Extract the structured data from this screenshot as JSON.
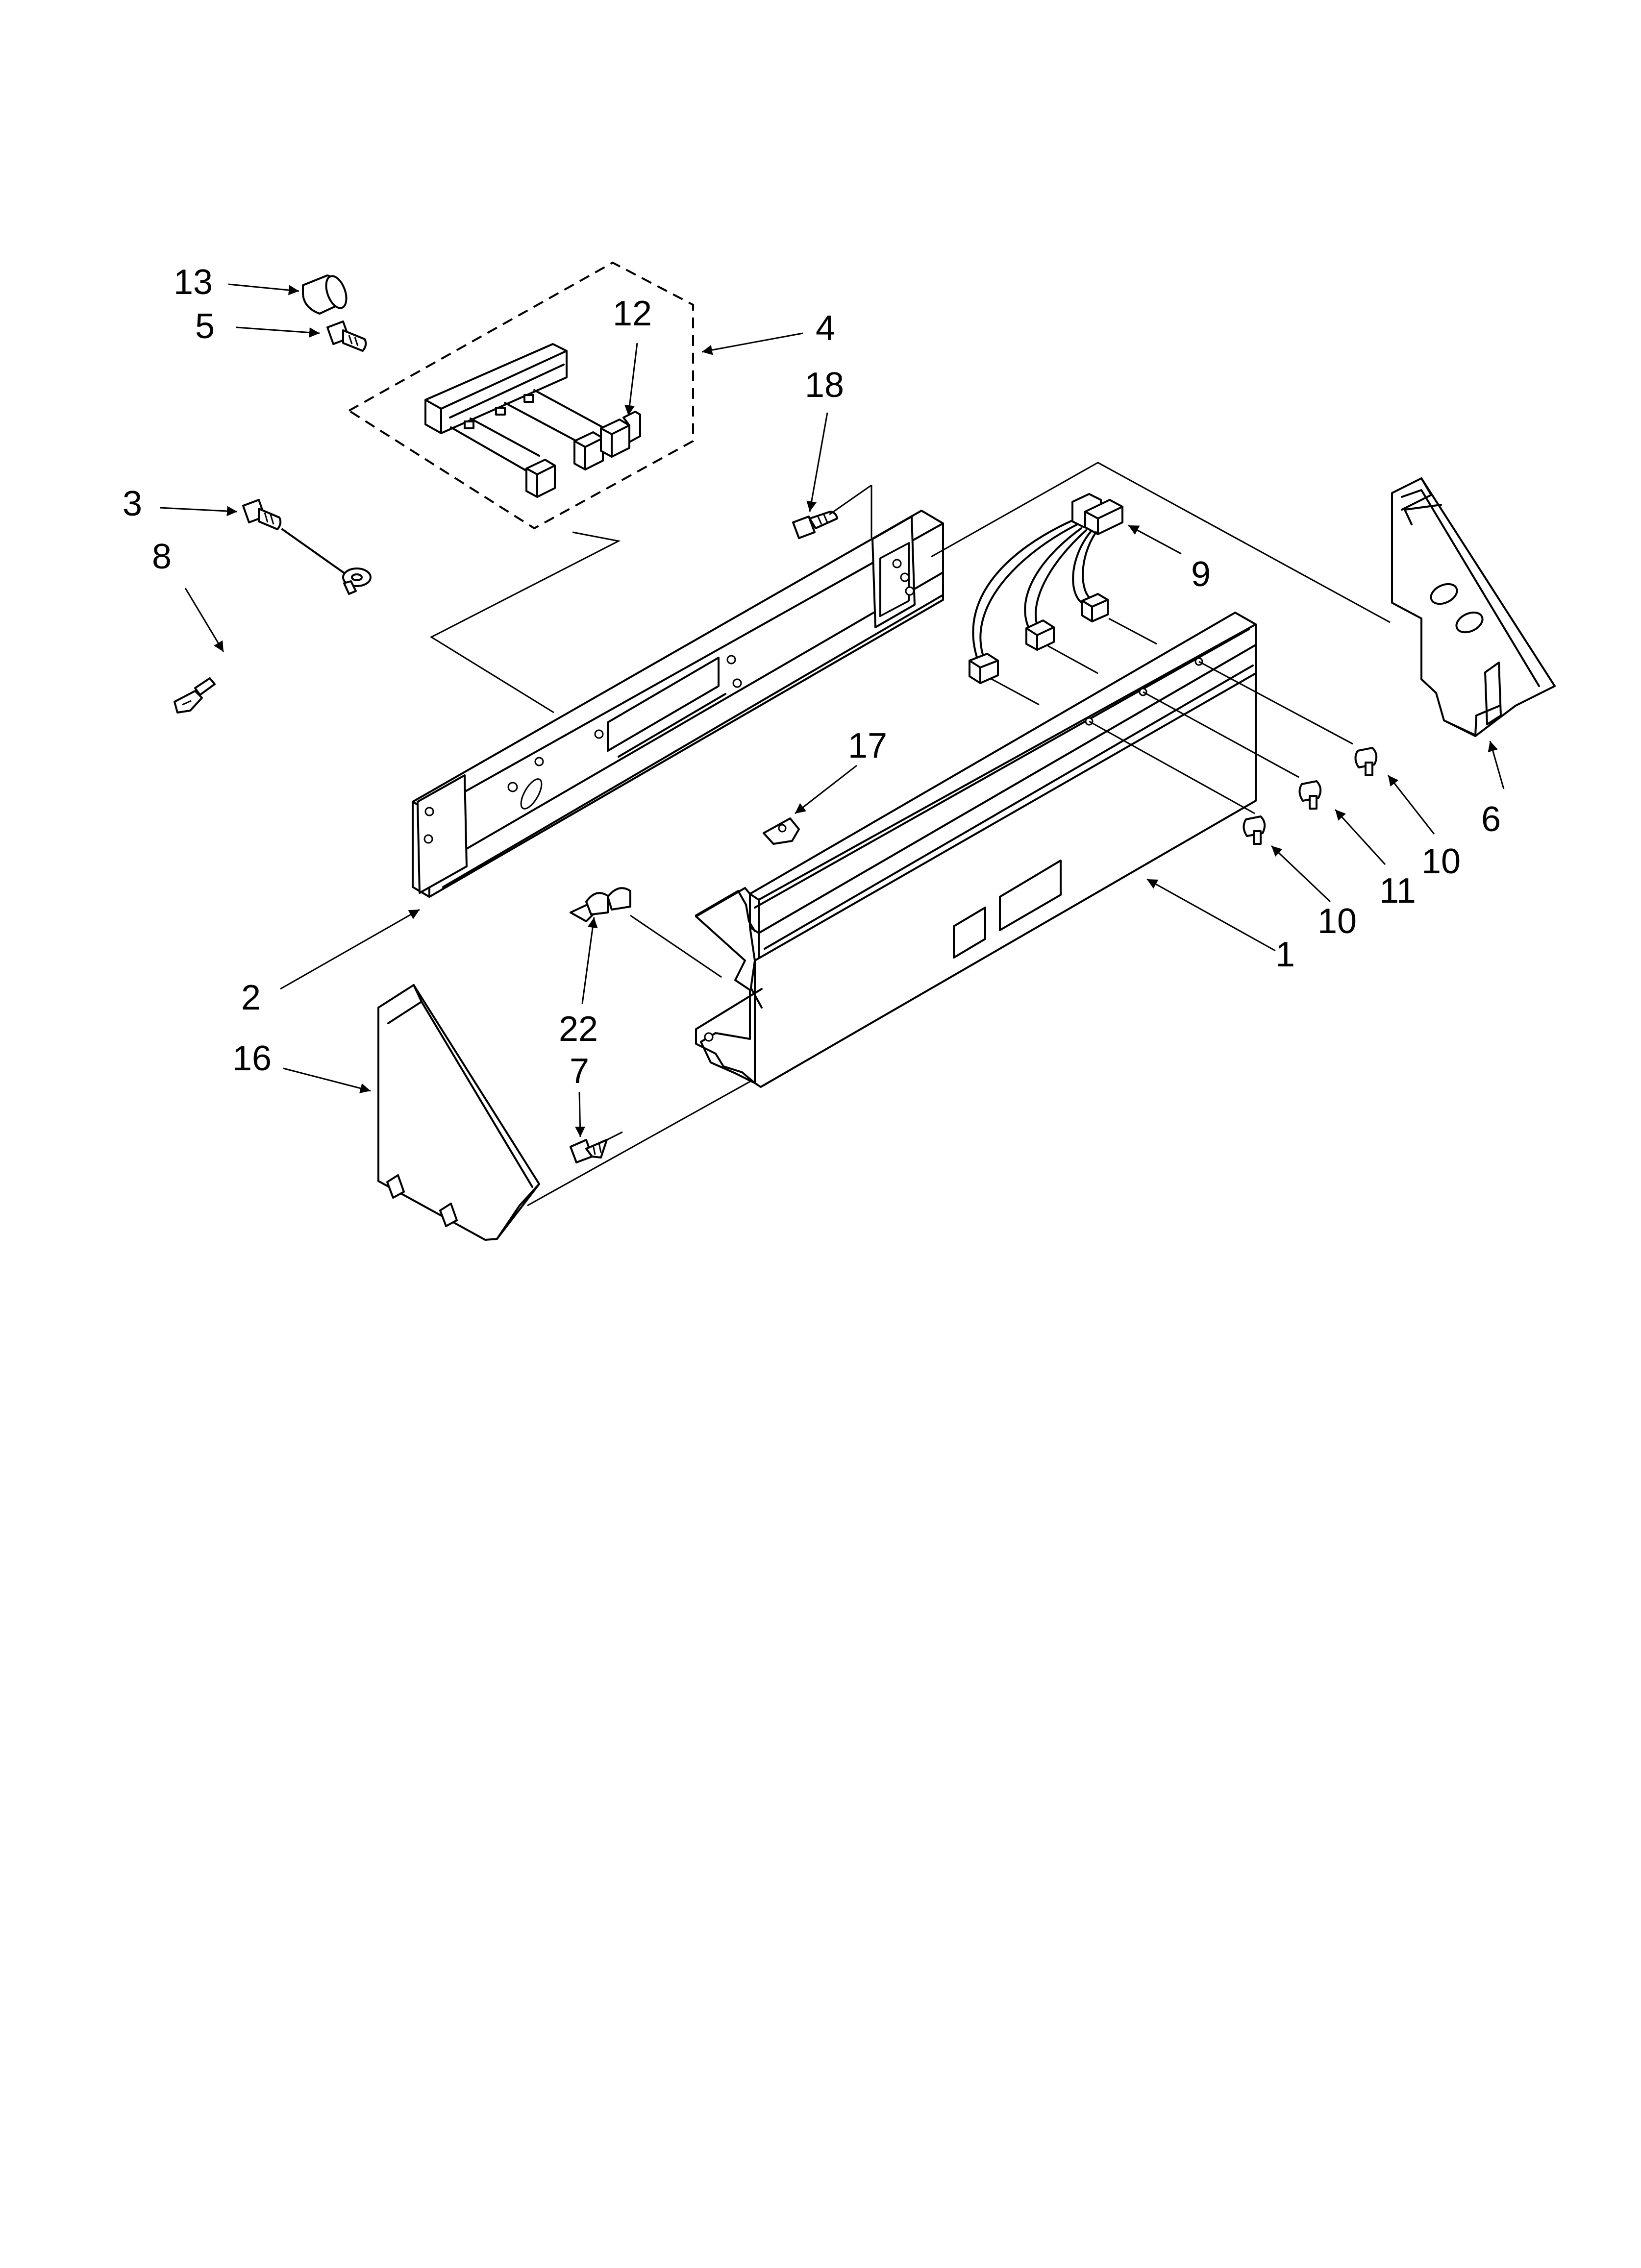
{
  "callouts": [
    {
      "id": "c13",
      "label": "13"
    },
    {
      "id": "c5",
      "label": "5"
    },
    {
      "id": "c12",
      "label": "12"
    },
    {
      "id": "c4",
      "label": "4"
    },
    {
      "id": "c18",
      "label": "18"
    },
    {
      "id": "c3",
      "label": "3"
    },
    {
      "id": "c8",
      "label": "8"
    },
    {
      "id": "c9",
      "label": "9"
    },
    {
      "id": "c17",
      "label": "17"
    },
    {
      "id": "c10a",
      "label": "10"
    },
    {
      "id": "c11",
      "label": "11"
    },
    {
      "id": "c10b",
      "label": "10"
    },
    {
      "id": "c6",
      "label": "6"
    },
    {
      "id": "c1",
      "label": "1"
    },
    {
      "id": "c2",
      "label": "2"
    },
    {
      "id": "c22",
      "label": "22"
    },
    {
      "id": "c7",
      "label": "7"
    },
    {
      "id": "c16",
      "label": "16"
    }
  ],
  "colors": {
    "line": "#000000",
    "background": "#ffffff"
  }
}
